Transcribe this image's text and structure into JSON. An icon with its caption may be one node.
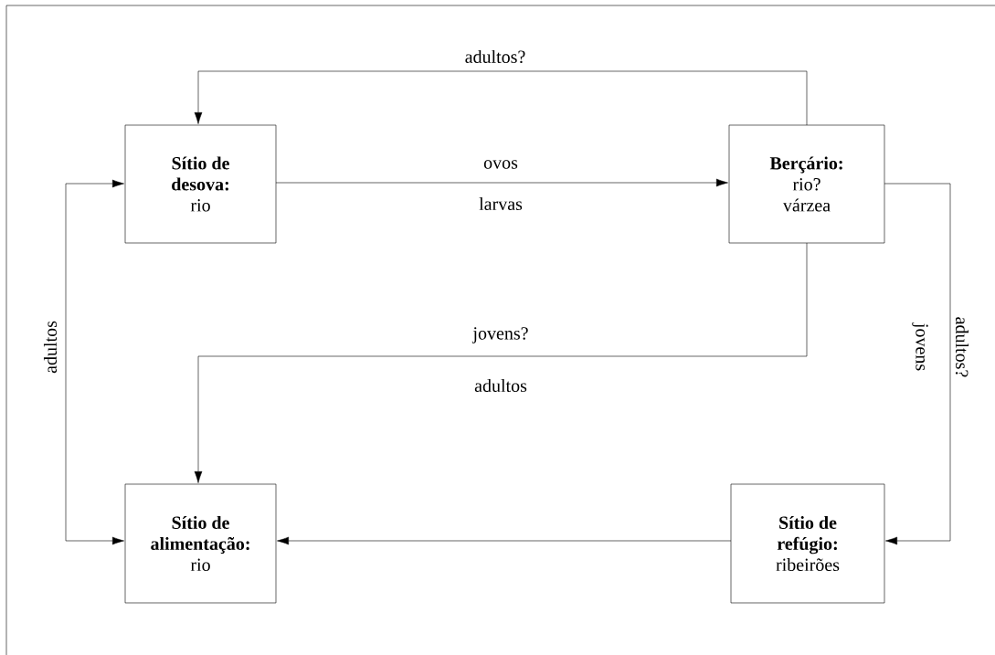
{
  "diagram": {
    "nodes": [
      {
        "text": [
          "Sítio de desova:",
          "rio"
        ]
      },
      {
        "text": [
          "Berçário:",
          "rio? várzea"
        ]
      },
      {
        "text": [
          "Sítio de alimentação:",
          "rio"
        ]
      },
      {
        "text": [
          "Sítio de refúgio:",
          "ribeirões"
        ]
      }
    ],
    "edges": [
      {
        "from": 1,
        "to": 0,
        "arrow": "to",
        "label": "adultos?"
      },
      {
        "from": 0,
        "to": 1,
        "arrow": "to",
        "label": "ovos"
      },
      {
        "from": 1,
        "to": 2,
        "arrow": "to",
        "label": "jovens?"
      },
      {
        "from": 0,
        "to": 2,
        "arrow": "both",
        "label": "adultos"
      },
      {
        "from": 1,
        "to": 3,
        "arrow": "to",
        "label": "adultos?"
      },
      {
        "from": 3,
        "to": 2,
        "arrow": "to"
      }
    ],
    "labels": [
      "larvas",
      "jovens",
      "adultos"
    ]
  }
}
